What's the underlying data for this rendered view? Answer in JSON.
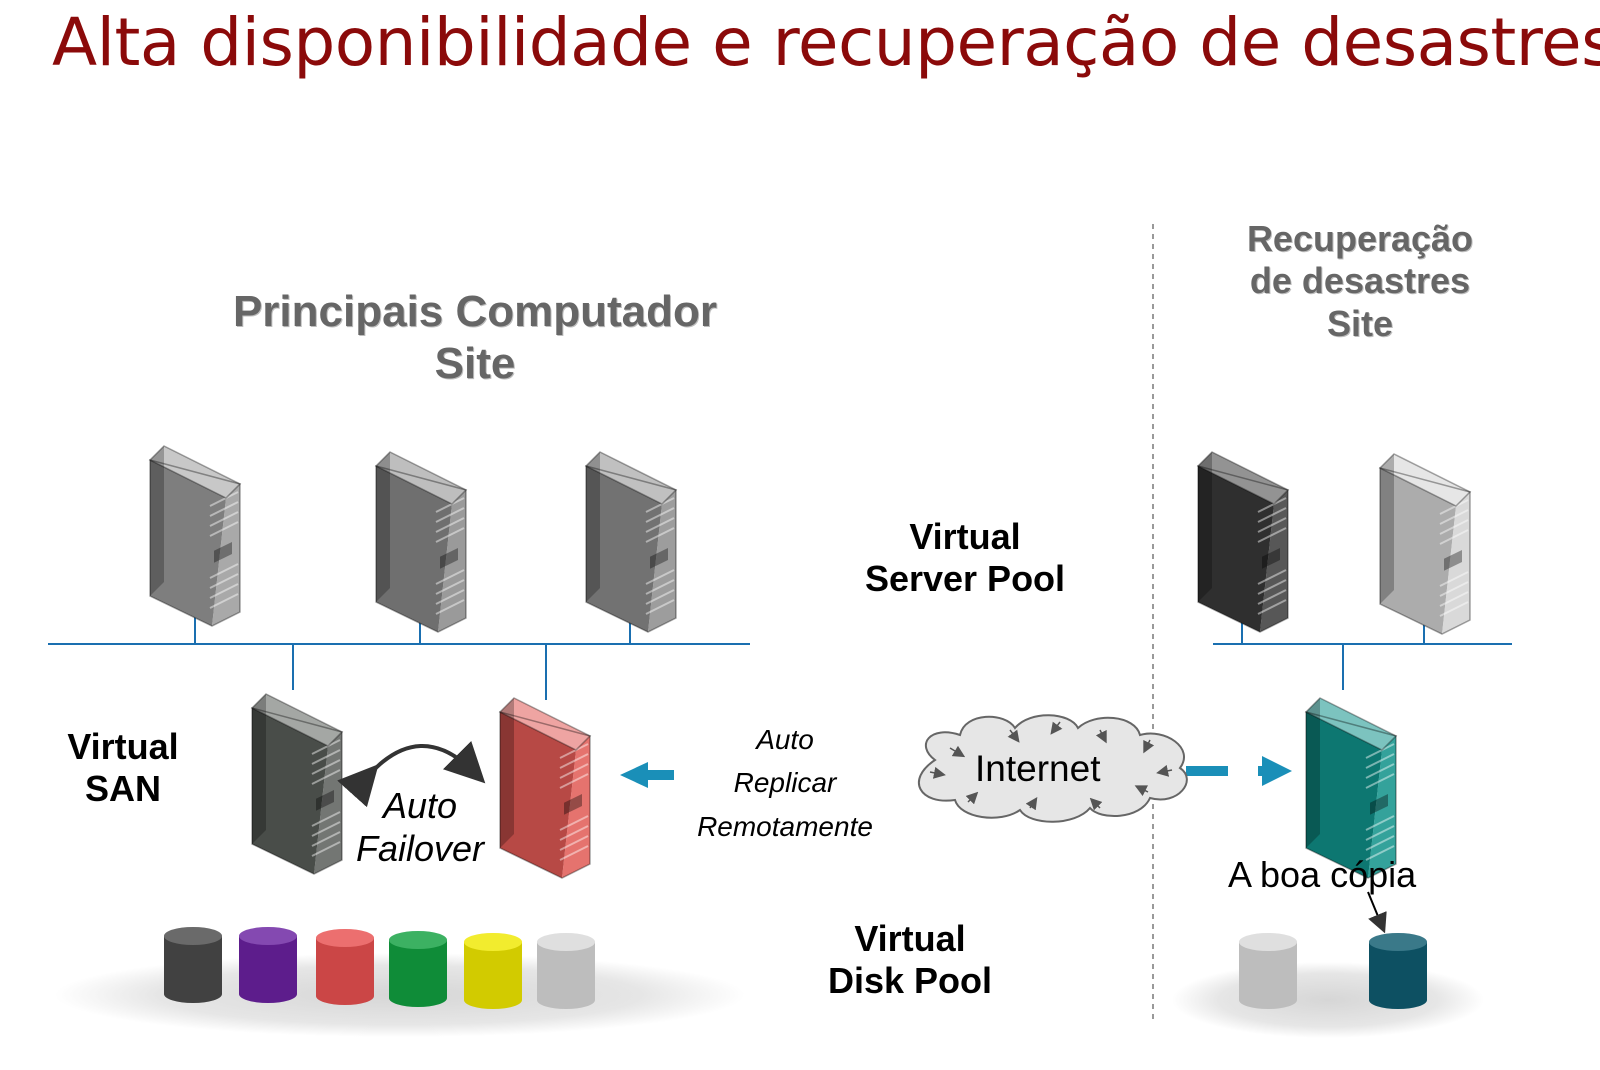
{
  "title": "Alta disponibilidade e recuperação de desastres",
  "primary_site": {
    "line1": "Principais Computador",
    "line2": "Site"
  },
  "dr_site": {
    "line1": "Recuperação",
    "line2": "de desastres",
    "line3": "Site"
  },
  "server_pool": {
    "line1": "Virtual",
    "line2": "Server Pool"
  },
  "san": {
    "line1": "Virtual",
    "line2": "SAN"
  },
  "failover": {
    "line1": "Auto",
    "line2": "Failover"
  },
  "replicate": {
    "line1": "Auto",
    "line2": "Replicar",
    "line3": "Remotamente"
  },
  "internet": "Internet",
  "good_copy": "A boa cópia",
  "disk_pool": {
    "line1": "Virtual",
    "line2": "Disk Pool"
  },
  "colors": {
    "title": "#8b0a0a",
    "network_line": "#1a6fb0",
    "replication_arrow": "#1a8fb8",
    "san_active": "#d9534f",
    "dr_server": "#0e8a84",
    "disks": [
      "#4a4a4a",
      "#6a22a0",
      "#e85050",
      "#12a040",
      "#f0e800",
      "#d8d8d8",
      "#0f5c70"
    ]
  },
  "icons": [
    "server-rack-icon",
    "cloud-icon",
    "disk-cylinder-icon",
    "arrow-icon"
  ]
}
